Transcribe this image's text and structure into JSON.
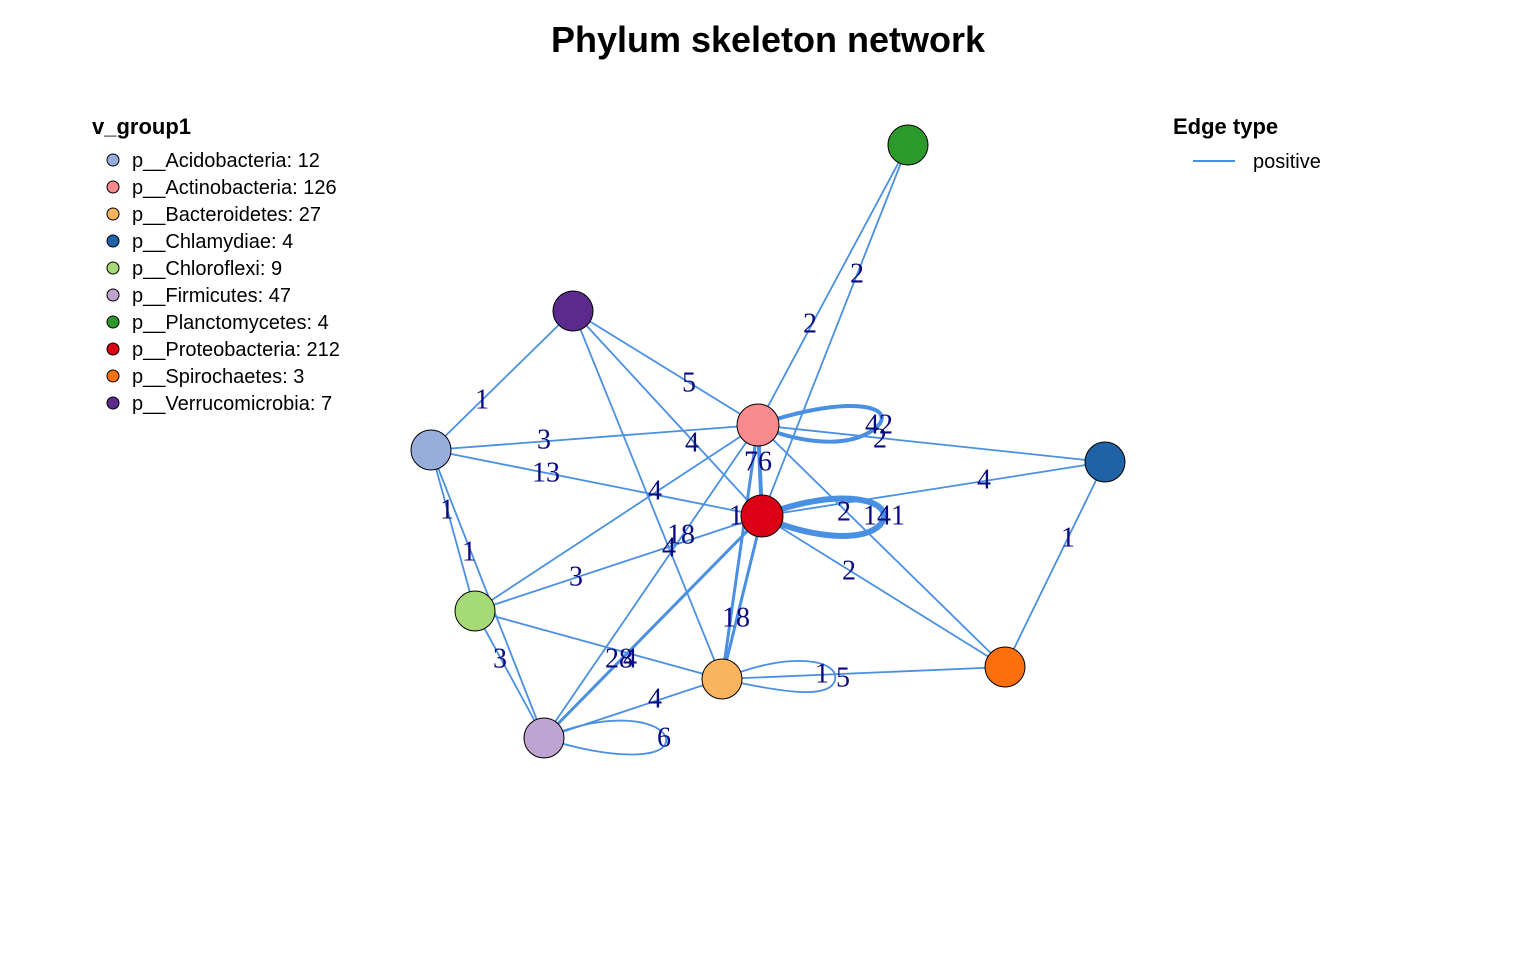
{
  "title": "Phylum skeleton network",
  "legend_groups": {
    "title": "v_group1",
    "items": [
      {
        "label": "p__Acidobacteria: 12",
        "color": "#97ADDB"
      },
      {
        "label": "p__Actinobacteria: 126",
        "color": "#F88A8E"
      },
      {
        "label": "p__Bacteroidetes: 27",
        "color": "#FBB45E"
      },
      {
        "label": "p__Chlamydiae: 4",
        "color": "#1F62A6"
      },
      {
        "label": "p__Chloroflexi: 9",
        "color": "#A6DA77"
      },
      {
        "label": "p__Firmicutes: 47",
        "color": "#BFA4D1"
      },
      {
        "label": "p__Planctomycetes: 4",
        "color": "#2C9A2A"
      },
      {
        "label": "p__Proteobacteria: 212",
        "color": "#DC0014"
      },
      {
        "label": "p__Spirochaetes: 3",
        "color": "#FC6F0D"
      },
      {
        "label": "p__Verrucomicrobia: 7",
        "color": "#5B2A8C"
      }
    ]
  },
  "legend_edges": {
    "title": "Edge type",
    "items": [
      {
        "label": "positive",
        "color": "#4A90E2"
      }
    ]
  },
  "edge_color": "#4A90E2",
  "label_color": "#0a0a80",
  "nodes": [
    {
      "id": "Acidobacteria",
      "color": "#97ADDB"
    },
    {
      "id": "Actinobacteria",
      "color": "#F88A8E"
    },
    {
      "id": "Bacteroidetes",
      "color": "#FBB45E"
    },
    {
      "id": "Chlamydiae",
      "color": "#1F62A6"
    },
    {
      "id": "Chloroflexi",
      "color": "#A6DA77"
    },
    {
      "id": "Firmicutes",
      "color": "#BFA4D1"
    },
    {
      "id": "Planctomycetes",
      "color": "#2C9A2A"
    },
    {
      "id": "Proteobacteria",
      "color": "#DC0014"
    },
    {
      "id": "Spirochaetes",
      "color": "#FC6F0D"
    },
    {
      "id": "Verrucomicrobia",
      "color": "#5B2A8C"
    }
  ],
  "edges": [
    {
      "source": "Verrucomicrobia",
      "target": "Acidobacteria",
      "weight": "1"
    },
    {
      "source": "Verrucomicrobia",
      "target": "Actinobacteria",
      "weight": "5"
    },
    {
      "source": "Verrucomicrobia",
      "target": "Proteobacteria",
      "weight": "4"
    },
    {
      "source": "Verrucomicrobia",
      "target": "Bacteroidetes",
      "weight": "4"
    },
    {
      "source": "Acidobacteria",
      "target": "Actinobacteria",
      "weight": "3"
    },
    {
      "source": "Acidobacteria",
      "target": "Proteobacteria",
      "weight": "13"
    },
    {
      "source": "Acidobacteria",
      "target": "Chloroflexi",
      "weight": "1"
    },
    {
      "source": "Acidobacteria",
      "target": "Firmicutes",
      "weight": "1"
    },
    {
      "source": "Actinobacteria",
      "target": "Planctomycetes",
      "weight": "2"
    },
    {
      "source": "Proteobacteria",
      "target": "Planctomycetes",
      "weight": "2"
    },
    {
      "source": "Actinobacteria",
      "target": "Actinobacteria",
      "weight": "42"
    },
    {
      "source": "Actinobacteria",
      "target": "Chlamydiae",
      "weight": "2"
    },
    {
      "source": "Actinobacteria",
      "target": "Proteobacteria",
      "weight": "76"
    },
    {
      "source": "Actinobacteria",
      "target": "Spirochaetes",
      "weight": "2"
    },
    {
      "source": "Actinobacteria",
      "target": "Chloroflexi",
      "weight": "4"
    },
    {
      "source": "Actinobacteria",
      "target": "Firmicutes",
      "weight": "4"
    },
    {
      "source": "Actinobacteria",
      "target": "Bacteroidetes",
      "weight": "18"
    },
    {
      "source": "Proteobacteria",
      "target": "Proteobacteria",
      "weight": "141"
    },
    {
      "source": "Proteobacteria",
      "target": "Chlamydiae",
      "weight": "4"
    },
    {
      "source": "Proteobacteria",
      "target": "Spirochaetes",
      "weight": "2"
    },
    {
      "source": "Proteobacteria",
      "target": "Chloroflexi",
      "weight": "3"
    },
    {
      "source": "Proteobacteria",
      "target": "Firmicutes",
      "weight": "28"
    },
    {
      "source": "Proteobacteria",
      "target": "Bacteroidetes",
      "weight": "18"
    },
    {
      "source": "Chlamydiae",
      "target": "Spirochaetes",
      "weight": "1"
    },
    {
      "source": "Chloroflexi",
      "target": "Bacteroidetes",
      "weight": "1"
    },
    {
      "source": "Chloroflexi",
      "target": "Firmicutes",
      "weight": "3"
    },
    {
      "source": "Bacteroidetes",
      "target": "Firmicutes",
      "weight": "4"
    },
    {
      "source": "Bacteroidetes",
      "target": "Spirochaetes",
      "weight": "1"
    },
    {
      "source": "Bacteroidetes",
      "target": "Bacteroidetes",
      "weight": "5"
    },
    {
      "source": "Firmicutes",
      "target": "Firmicutes",
      "weight": "6"
    }
  ]
}
